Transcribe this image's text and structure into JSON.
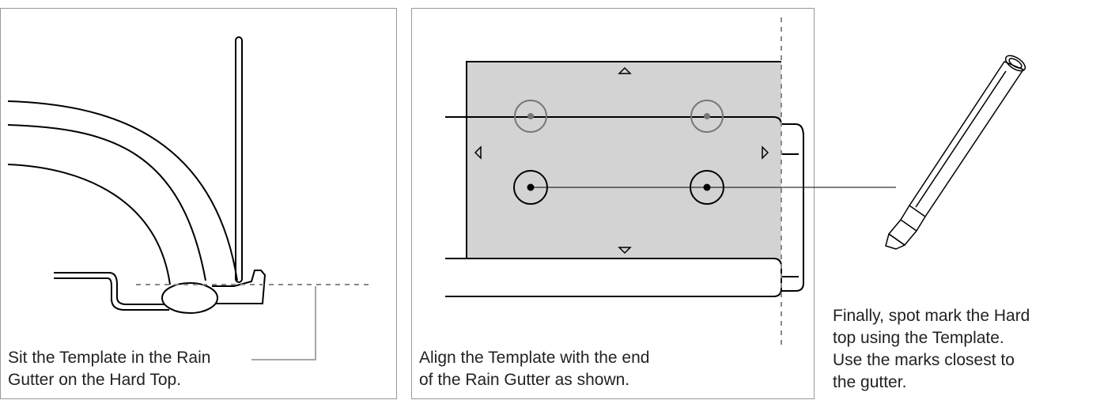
{
  "step1": {
    "caption_lines": [
      "Sit the Template in the Rain",
      "Gutter on the Hard Top."
    ]
  },
  "step2": {
    "caption_lines": [
      "Align the Template with the end",
      "of the Rain Gutter as shown."
    ]
  },
  "step3": {
    "caption_lines": [
      "Finally, spot mark the Hard",
      "top using the Template.",
      "Use the marks closest to",
      "the gutter."
    ]
  },
  "colors": {
    "template_fill": "#d3d3d3",
    "stroke": "#000000",
    "dashed_guide": "#888888",
    "faded_mark": "#777777"
  }
}
